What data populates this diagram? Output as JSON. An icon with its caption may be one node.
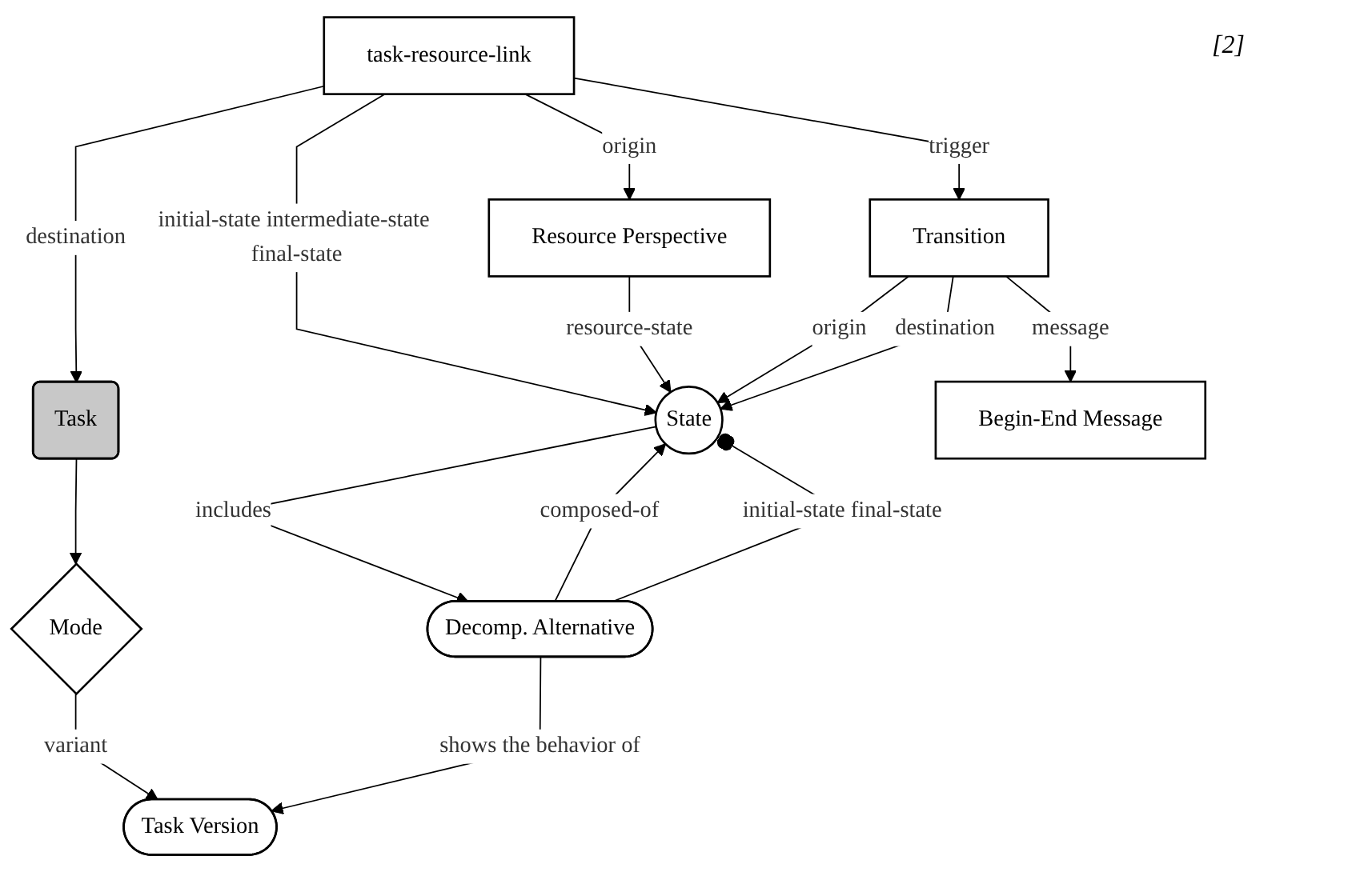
{
  "diagram": {
    "nodes": [
      {
        "text": [
          "Resource Perspective"
        ]
      },
      {
        "text": [
          "task-resource-link"
        ]
      },
      {
        "text": [
          "Task"
        ]
      },
      {
        "text": [
          "Mode"
        ]
      },
      {
        "text": [
          "State"
        ]
      },
      {
        "text": [
          "Transition"
        ]
      },
      {
        "text": [
          "Begin-End Message"
        ]
      },
      {
        "text": [
          "Decomp. Alternative"
        ]
      },
      {
        "text": [
          "Task Version"
        ]
      }
    ],
    "edges": [
      {
        "from": 1,
        "to": 0,
        "arrow": "to",
        "label": "origin"
      },
      {
        "from": 1,
        "to": 2,
        "arrow": "to",
        "label": "destination"
      },
      {
        "from": 1,
        "to": 4,
        "arrow": "to",
        "label": "initial-state intermediate-state final-state"
      },
      {
        "from": 1,
        "to": 5,
        "arrow": "to",
        "label": "trigger"
      },
      {
        "from": 2,
        "to": 3,
        "arrow": "to"
      },
      {
        "from": 3,
        "to": 8,
        "arrow": "to",
        "label": "variant"
      },
      {
        "from": 0,
        "to": 4,
        "arrow": "to",
        "label": "resource-state"
      },
      {
        "from": 5,
        "to": 4,
        "arrow": "to",
        "label": "origin"
      },
      {
        "from": 5,
        "to": 4,
        "arrow": "to",
        "label": "destination"
      },
      {
        "from": 5,
        "to": 6,
        "arrow": "to",
        "label": "message"
      },
      {
        "from": 4,
        "to": 7,
        "arrow": "to",
        "label": "includes"
      },
      {
        "from": 7,
        "to": 4,
        "arrow": "to",
        "label": "composed-of"
      },
      {
        "from": 7,
        "to": 4,
        "arrow": "other",
        "label": "initial-state final-state"
      },
      {
        "from": 7,
        "to": 8,
        "arrow": "to",
        "label": "shows the behavior of"
      }
    ],
    "labels": [
      "[2]"
    ]
  }
}
